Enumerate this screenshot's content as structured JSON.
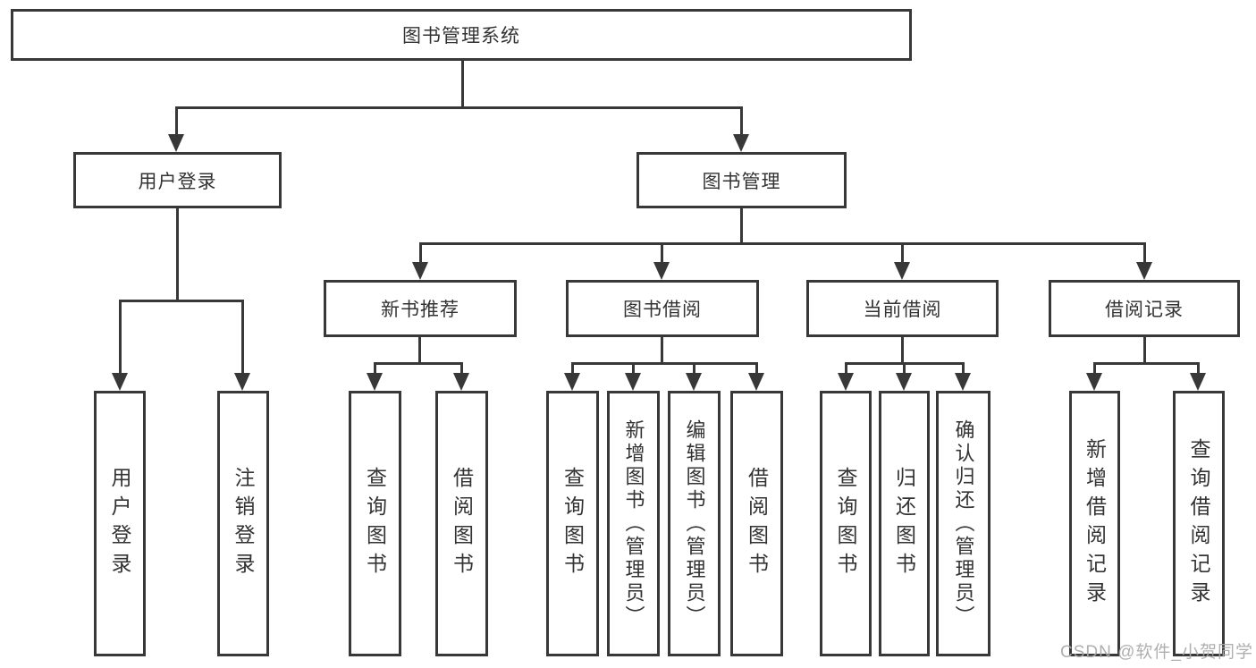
{
  "tree": {
    "root": {
      "label": "图书管理系统"
    },
    "user": {
      "label": "用户登录",
      "children": [
        {
          "label": "用户登录"
        },
        {
          "label": "注销登录"
        }
      ]
    },
    "book": {
      "label": "图书管理",
      "groups": [
        {
          "label": "新书推荐",
          "children": [
            {
              "label": "查询图书"
            },
            {
              "label": "借阅图书"
            }
          ]
        },
        {
          "label": "图书借阅",
          "children": [
            {
              "label": "查询图书"
            },
            {
              "label": "新增图书（管理员）"
            },
            {
              "label": "编辑图书（管理员）"
            },
            {
              "label": "借阅图书"
            }
          ]
        },
        {
          "label": "当前借阅",
          "children": [
            {
              "label": "查询图书"
            },
            {
              "label": "归还图书"
            },
            {
              "label": "确认归还（管理员）"
            }
          ]
        },
        {
          "label": "借阅记录",
          "children": [
            {
              "label": "新增借阅记录"
            },
            {
              "label": "查询借阅记录"
            }
          ]
        }
      ]
    }
  },
  "watermark": "CSDN @软件_小贺同学",
  "colors": {
    "line": "#383838",
    "text": "#333333",
    "background": "#ffffff",
    "watermark": "#a9a9a9"
  }
}
